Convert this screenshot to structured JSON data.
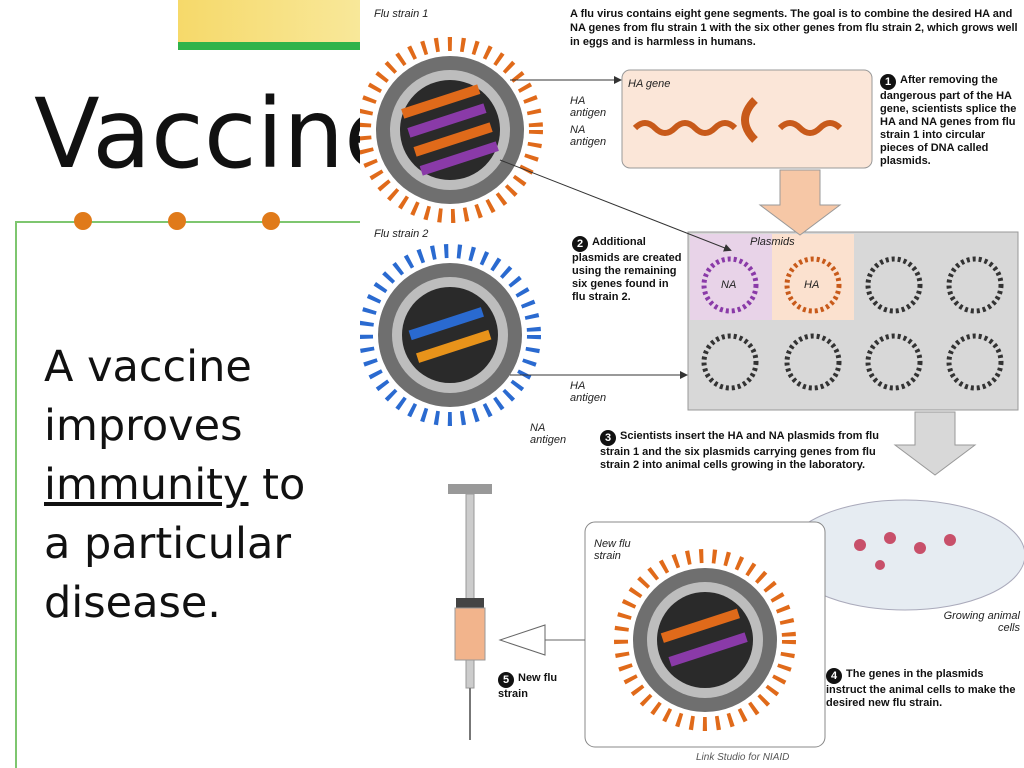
{
  "slide": {
    "title": "Vaccine",
    "body_part1": "A vaccine improves ",
    "body_link": "immunity",
    "body_part2": " to a particular disease."
  },
  "colors": {
    "accent_orange": "#e07a1a",
    "rule_green": "#7ec66f",
    "ha_orange": "#e06a1a",
    "na_purple": "#8a3aa8",
    "strain2_blue": "#2a6ad0"
  },
  "diagram": {
    "intro": "A flu virus contains eight gene segments. The goal is to combine the desired HA and NA genes from flu strain 1 with the six other genes from flu strain 2, which grows well in eggs and is harmless in humans.",
    "flu_strain_1": "Flu strain 1",
    "flu_strain_2": "Flu strain 2",
    "ha_antigen_1": "HA antigen",
    "na_antigen_1": "NA antigen",
    "ha_antigen_2": "HA antigen",
    "na_antigen_2": "NA antigen",
    "ha_gene": "HA gene",
    "plasmids": "Plasmids",
    "plasmid_na": "NA",
    "plasmid_ha": "HA",
    "step1_num": "1",
    "step1": "After removing the dangerous part of the HA gene, scientists splice the HA and NA genes from flu strain 1 into circular pieces of DNA called plasmids.",
    "step2_num": "2",
    "step2": "Additional plasmids are created using the remaining six genes found in flu strain 2.",
    "step3_num": "3",
    "step3": "Scientists insert the HA and NA plasmids from flu strain 1 and the six plasmids carrying genes from flu strain 2 into animal cells growing in the laboratory.",
    "step4_num": "4",
    "step4": "The genes in the plasmids instruct the animal cells to make the desired new flu strain.",
    "step5_num": "5",
    "step5": "New flu strain",
    "new_flu_strain": "New flu strain",
    "growing_cells": "Growing animal cells",
    "credit": "Link Studio for NIAID"
  }
}
